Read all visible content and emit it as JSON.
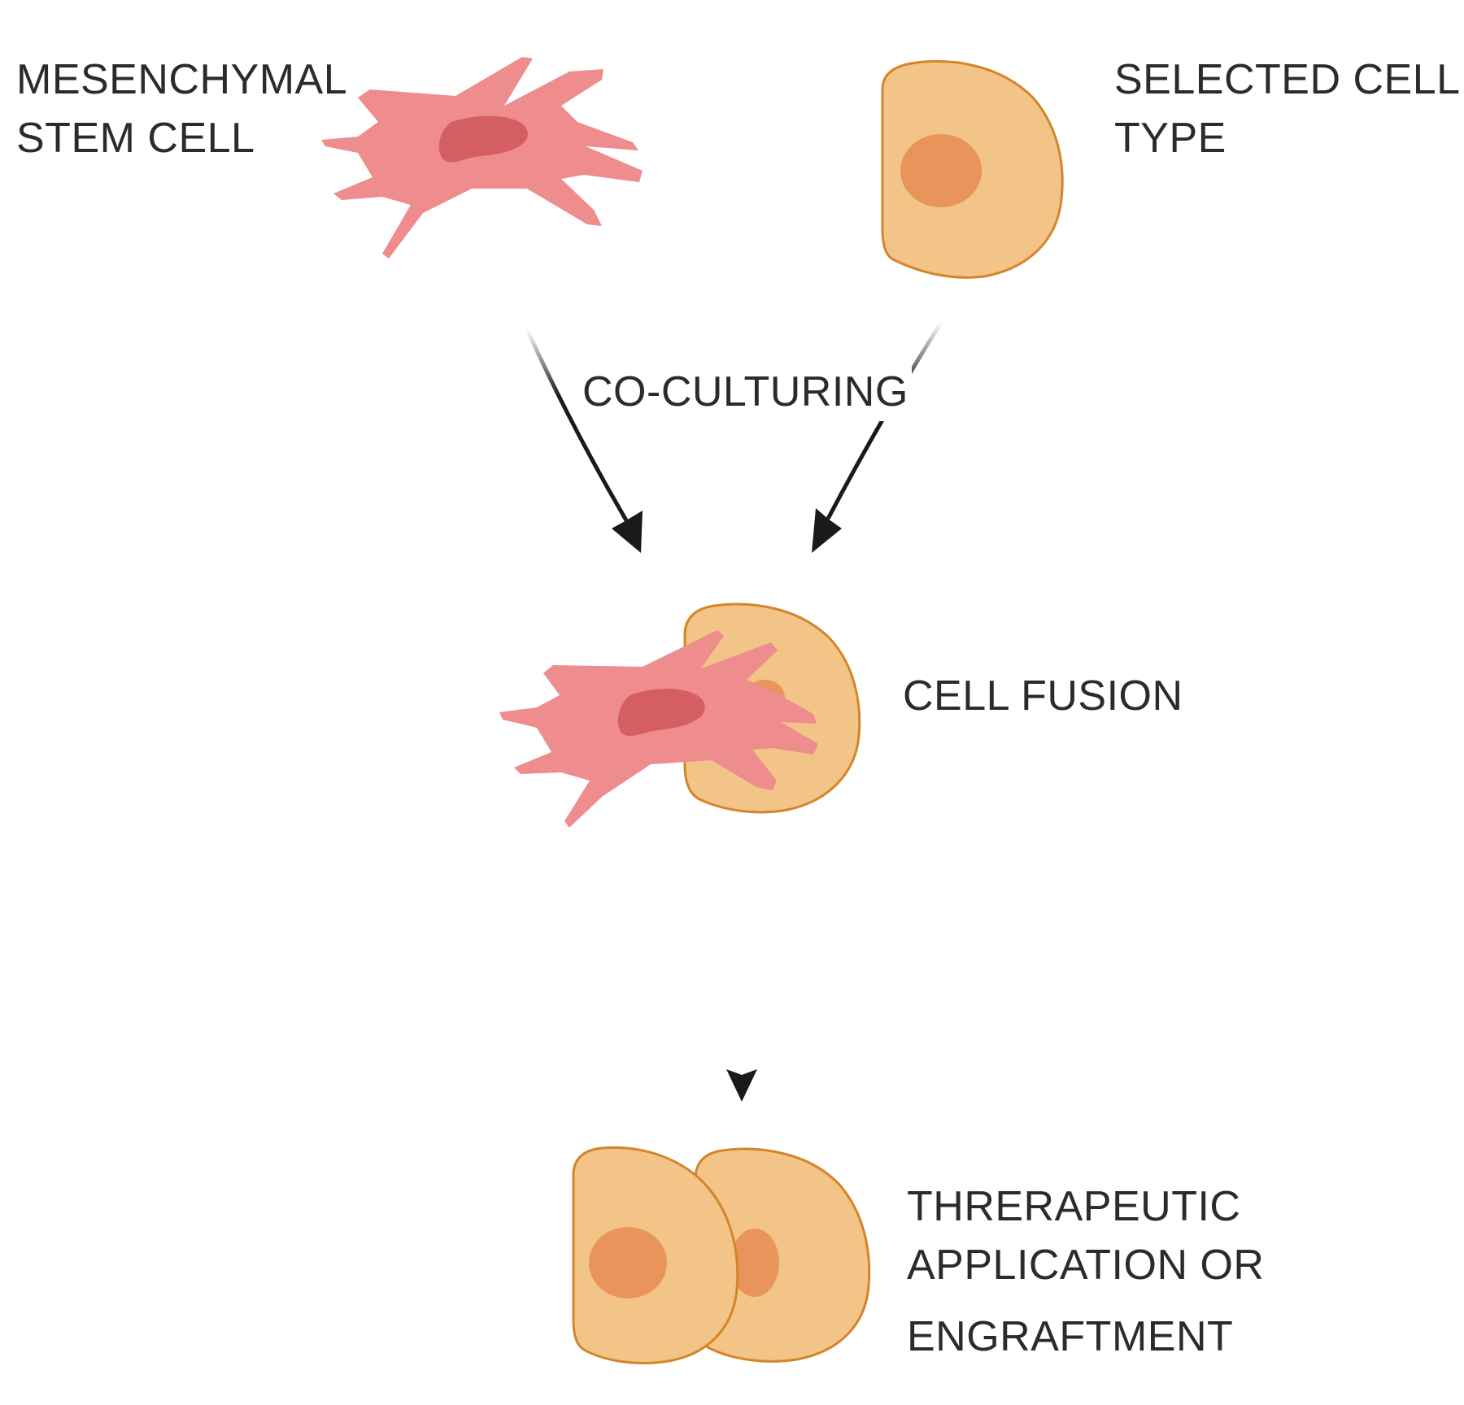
{
  "labels": {
    "msc": [
      "MESENCHYMAL",
      "STEM CELL"
    ],
    "selected_cell": [
      "SELECTED CELL",
      "TYPE"
    ],
    "process": "CO-CULTURING",
    "fusion": "CELL FUSION",
    "result": [
      "THRERAPEUTIC",
      "APPLICATION OR",
      "ENGRAFTMENT"
    ]
  },
  "colors": {
    "msc_body": "#EE8C8E",
    "msc_nucleus": "#D45E62",
    "target_body": "#F3C487",
    "target_outline": "#D4852A",
    "target_nucleus": "#E8945A",
    "arrow": "#1a1a1a",
    "text": "#2b2b2b"
  }
}
